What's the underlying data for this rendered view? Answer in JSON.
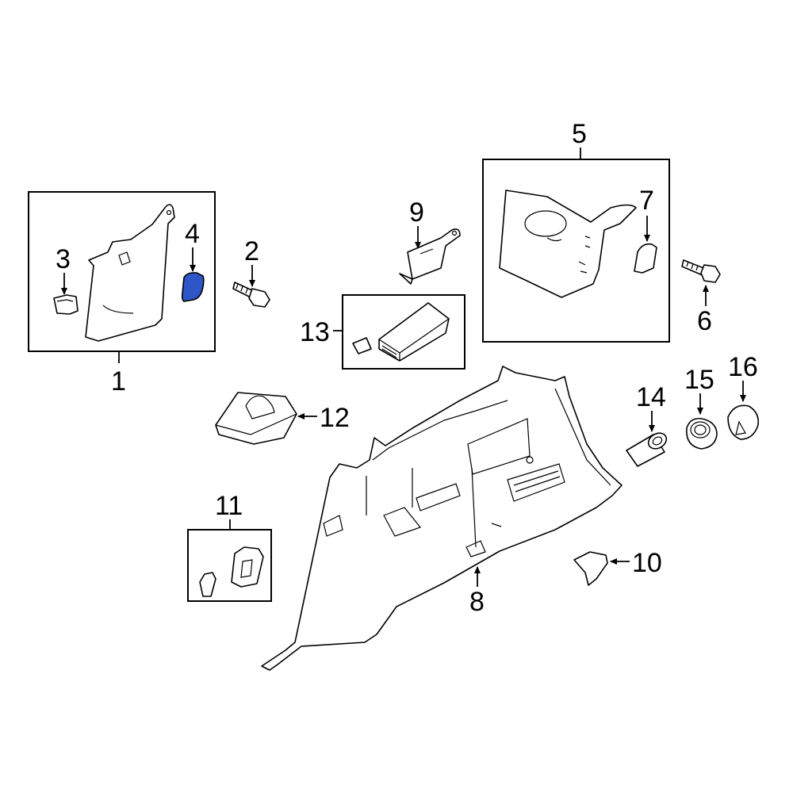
{
  "callouts": {
    "c1": "1",
    "c2": "2",
    "c3": "3",
    "c4": "4",
    "c5": "5",
    "c6": "6",
    "c7": "7",
    "c8": "8",
    "c9": "9",
    "c10": "10",
    "c11": "11",
    "c12": "12",
    "c13": "13",
    "c14": "14",
    "c15": "15",
    "c16": "16"
  },
  "highlight_color": "#2f56c6"
}
